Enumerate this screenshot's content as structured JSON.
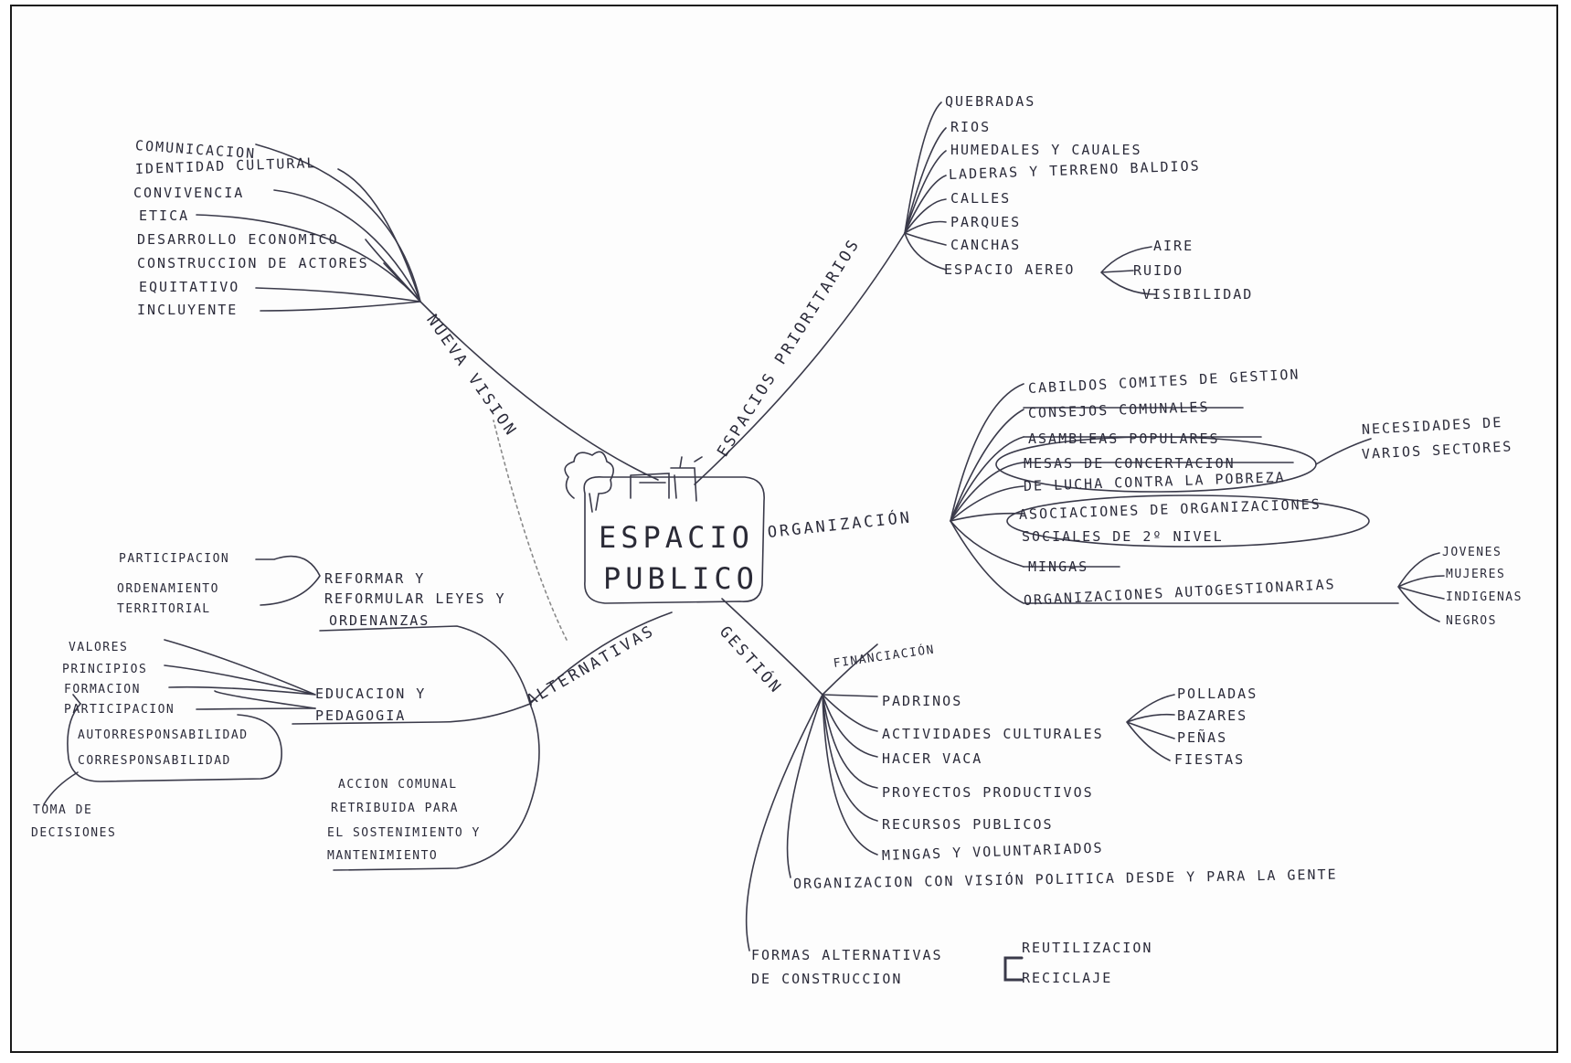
{
  "center": {
    "line1": "ESPACIO",
    "line2": "PUBLICO"
  },
  "nueva_vision": {
    "title": "NUEVA VISION",
    "items": [
      "COMUNICACION",
      "IDENTIDAD CULTURAL",
      "CONVIVENCIA",
      "ETICA",
      "DESARROLLO ECONOMICO",
      "CONSTRUCCION DE ACTORES",
      "EQUITATIVO",
      "INCLUYENTE"
    ]
  },
  "espacios": {
    "title": "ESPACIOS PRIORITARIOS",
    "items": [
      "QUEBRADAS",
      "RIOS",
      "HUMEDALES Y CAUALES",
      "LADERAS Y TERRENO BALDIOS",
      "CALLES",
      "PARQUES",
      "CANCHAS",
      "ESPACIO AEREO"
    ],
    "aereo_sub": [
      "AIRE",
      "RUIDO",
      "VISIBILIDAD"
    ]
  },
  "organizacion": {
    "title": "ORGANIZACIÓN",
    "items": [
      "CABILDOS COMITES DE GESTION",
      "CONSEJOS COMUNALES",
      "ASAMBLEAS POPULARES",
      "MESAS DE CONCERTACION",
      "DE LUCHA CONTRA LA POBREZA",
      "ASOCIACIONES DE ORGANIZACIONES",
      "SOCIALES DE 2º NIVEL",
      "MINGAS",
      "ORGANIZACIONES AUTOGESTIONARIAS"
    ],
    "necesidades": [
      "NECESIDADES DE",
      "VARIOS SECTORES"
    ],
    "auto_sub": [
      "JOVENES",
      "MUJERES",
      "INDIGENAS",
      "NEGROS"
    ]
  },
  "gestion": {
    "title": "GESTIÓN",
    "financiacion": "FINANCIACIÓN",
    "items": [
      "PADRINOS",
      "ACTIVIDADES CULTURALES",
      "HACER VACA",
      "PROYECTOS PRODUCTIVOS",
      "RECURSOS PUBLICOS",
      "MINGAS Y VOLUNTARIADOS"
    ],
    "cultural_sub": [
      "POLLADAS",
      "BAZARES",
      "PEÑAS",
      "FIESTAS"
    ],
    "org_politica": "ORGANIZACION CON VISIÓN POLITICA DESDE Y PARA LA GENTE",
    "formas": [
      "FORMAS ALTERNATIVAS",
      "DE CONSTRUCCION"
    ],
    "formas_sub": [
      "REUTILIZACION",
      "RECICLAJE"
    ]
  },
  "alternativas": {
    "title": "ALTERNATIVAS",
    "reformar": [
      "REFORMAR Y",
      "REFORMULAR LEYES Y",
      "ORDENANZAS"
    ],
    "reformar_sub": [
      "PARTICIPACION",
      "ORDENAMIENTO",
      "TERRITORIAL"
    ],
    "educacion": [
      "EDUCACION Y",
      "PEDAGOGIA"
    ],
    "educacion_sub": [
      "VALORES",
      "PRINCIPIOS",
      "FORMACION",
      "PARTICIPACION",
      "AUTORRESPONSABILIDAD",
      "CORRESPONSABILIDAD"
    ],
    "toma": [
      "TOMA DE",
      "DECISIONES"
    ],
    "accion": [
      "ACCION COMUNAL",
      "RETRIBUIDA PARA",
      "EL SOSTENIMIENTO Y",
      "MANTENIMIENTO"
    ]
  }
}
